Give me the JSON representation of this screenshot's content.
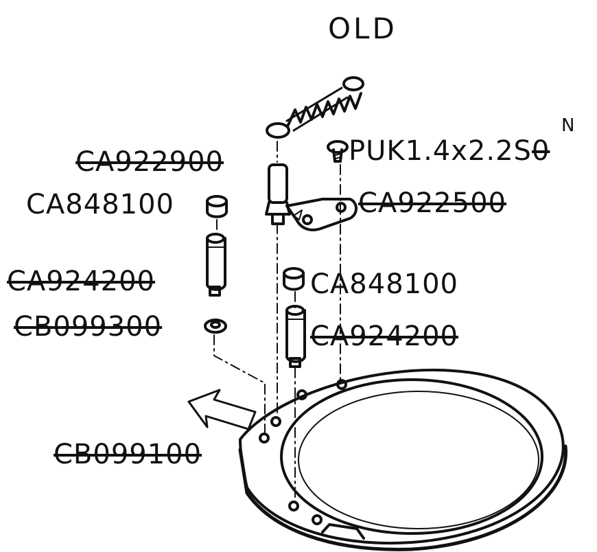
{
  "title": "OLD",
  "labels": {
    "ca922900": "CA922900",
    "puk": "PUK1.4x2.2S",
    "puk_obsolete_suffix": "0",
    "puk_superscript": "N",
    "ca848100_left": "CA848100",
    "ca922500": "CA922500",
    "ca924200_left": "CA924200",
    "ca848100_right": "CA848100",
    "cb099300": "CB099300",
    "ca924200_right": "CA924200",
    "cb099100": "CB099100"
  }
}
